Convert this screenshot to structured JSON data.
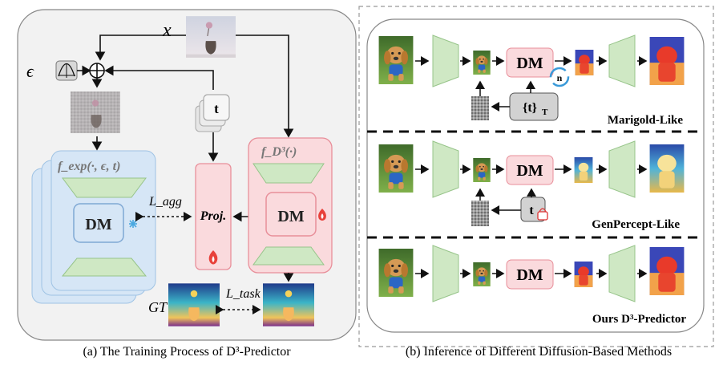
{
  "panel_a": {
    "caption": "(a) The Training Process of D³-Predictor",
    "input_label": "x",
    "noise_label": "ϵ",
    "timestep_label": "t",
    "f_exp_label": "f_exp(·, ϵ, t)",
    "f_d3_label": "f_D³(·)",
    "dm_label": "DM",
    "proj_label": "Proj.",
    "l_agg_label": "L_agg",
    "l_task_label": "L_task",
    "gt_label": "GT",
    "plus_symbol": "⊕"
  },
  "panel_b": {
    "caption": "(b) Inference of Different Diffusion-Based Methods",
    "rows": [
      {
        "name": "Marigold-Like",
        "dm_label": "DM",
        "step_label": "{t}",
        "step_sub": "T",
        "loop_label": "n"
      },
      {
        "name": "GenPercept-Like",
        "dm_label": "DM",
        "step_label": "t"
      },
      {
        "name": "Ours D³-Predictor",
        "dm_label": "DM"
      }
    ]
  },
  "colors": {
    "frozen_blue": "#d6e6f6",
    "frozen_border": "#9fc3e4",
    "trainable_pink": "#fadadd",
    "trainable_border": "#e88f9a",
    "encoder_green": "#cfe8c4",
    "encoder_border": "#97c48a",
    "flame": "#e8413a",
    "snowflake": "#4aa8e0"
  }
}
